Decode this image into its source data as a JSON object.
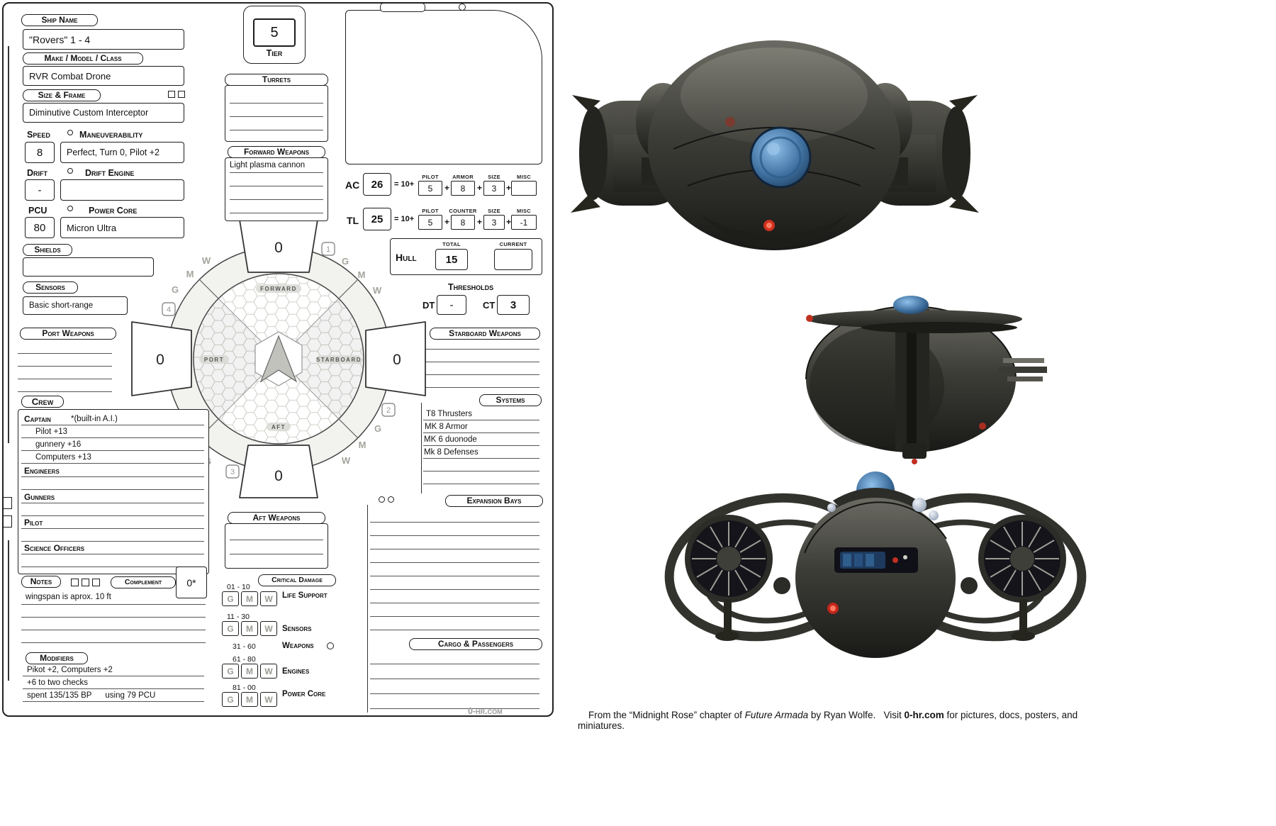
{
  "gmw": [
    "G",
    "M",
    "W"
  ],
  "sheet": {
    "watermark": "0-hr.com",
    "ship_name": {
      "label": "Ship Name",
      "value": "\"Rovers\" 1 - 4"
    },
    "tier": {
      "label": "Tier",
      "value": "5"
    },
    "make_model_class": {
      "label": "Make / Model / Class",
      "value": "RVR Combat Drone"
    },
    "size_frame": {
      "label": "Size & Frame",
      "value": "Diminutive Custom Interceptor"
    },
    "speed": {
      "label": "Speed",
      "value": "8"
    },
    "maneuverability": {
      "label": "Maneuverability",
      "value": "Perfect, Turn 0, Pilot +2"
    },
    "drift": {
      "label": "Drift",
      "value": "-"
    },
    "drift_engine": {
      "label": "Drift Engine",
      "value": ""
    },
    "pcu": {
      "label": "PCU",
      "value": "80"
    },
    "power_core": {
      "label": "Power Core",
      "value": "Micron Ultra"
    },
    "shields": {
      "label": "Shields",
      "value": ""
    },
    "sensors": {
      "label": "Sensors",
      "value": "Basic short-range"
    },
    "turrets": {
      "label": "Turrets"
    },
    "forward_weapons": {
      "label": "Forward Weapons",
      "value": "Light plasma cannon"
    },
    "port_weapons": {
      "label": "Port Weapons"
    },
    "starboard_weapons": {
      "label": "Starboard Weapons"
    },
    "aft_weapons": {
      "label": "Aft Weapons"
    },
    "arcs": {
      "forward": "0",
      "port": "0",
      "starboard": "0",
      "aft": "0",
      "labels": {
        "forward": "FORWARD",
        "port": "PORT",
        "starboard": "STARBOARD",
        "aft": "AFT"
      },
      "corners": [
        "1",
        "2",
        "3",
        "4"
      ]
    },
    "ac": {
      "label": "AC",
      "value": "26",
      "formula": "= 10+",
      "plus": "+",
      "cols": [
        {
          "h": "Pilot",
          "v": "5"
        },
        {
          "h": "Armor",
          "v": "8"
        },
        {
          "h": "Size",
          "v": "3"
        },
        {
          "h": "Misc",
          "v": ""
        }
      ]
    },
    "tl": {
      "label": "TL",
      "value": "25",
      "formula": "= 10+",
      "cols": [
        {
          "h": "Pilot",
          "v": "5"
        },
        {
          "h": "Counter",
          "v": "8"
        },
        {
          "h": "Size",
          "v": "3"
        },
        {
          "h": "Misc",
          "v": "-1"
        }
      ]
    },
    "hull": {
      "label": "Hull",
      "total_h": "Total",
      "total": "15",
      "current_h": "Current",
      "current": ""
    },
    "thresholds": {
      "label": "Thresholds",
      "dt_label": "DT",
      "dt": "-",
      "ct_label": "CT",
      "ct": "3"
    },
    "systems": {
      "label": "Systems",
      "items": [
        "T8 Thrusters",
        "MK 8 Armor",
        "MK 6 duonode",
        "Mk 8 Defenses"
      ]
    },
    "expansion_bays": {
      "label": "Expansion Bays"
    },
    "cargo": {
      "label": "Cargo & Passengers"
    },
    "crew": {
      "label": "Crew",
      "captain": {
        "role": "Captain",
        "note": "*(built-in A.I.)",
        "skills": [
          "Pilot +13",
          "gunnery +16",
          "Computers +13"
        ]
      },
      "roles": [
        "Engineers",
        "Gunners",
        "Pilot",
        "Science Officers"
      ]
    },
    "notes": {
      "label": "Notes",
      "complement_label": "Complement",
      "complement_value": "0*",
      "line1": "wingspan is aprox. 10 ft"
    },
    "modifiers": {
      "label": "Modifiers",
      "lines": [
        "Pikot +2, Computers +2",
        "+6 to two checks",
        "spent 135/135 BP      using 79 PCU"
      ]
    },
    "critical_damage": {
      "label": "Critical Damage",
      "rows": [
        {
          "range": "01 - 10",
          "system": "Life Support"
        },
        {
          "range": "11 - 30",
          "system": "Sensors"
        },
        {
          "range": "31 - 60",
          "system": "Weapons"
        },
        {
          "range": "61 - 80",
          "system": "Engines"
        },
        {
          "range": "81 - 00",
          "system": "Power Core"
        }
      ]
    }
  },
  "panel": {
    "caption": {
      "prefix": "From the “Midnight Rose” chapter of ",
      "title": "Future Armada",
      "middle": " by Ryan Wolfe.   Visit ",
      "site": "0-hr.com",
      "suffix": " for pictures, docs, posters, and miniatures."
    }
  }
}
